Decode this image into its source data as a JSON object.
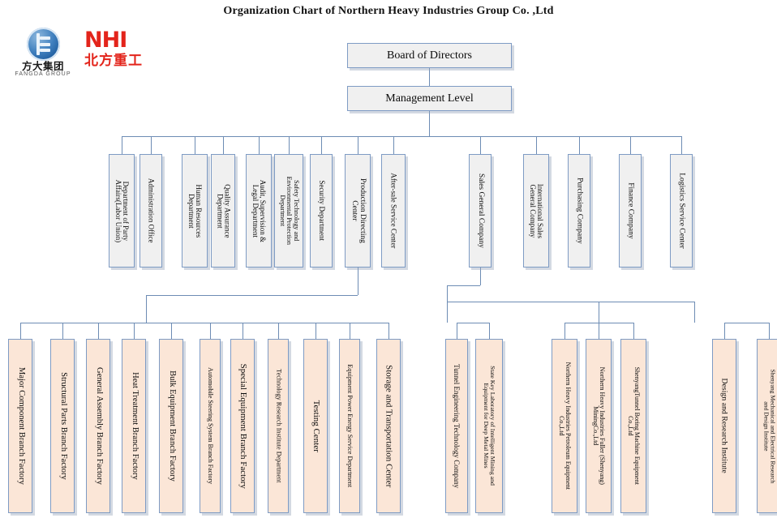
{
  "title": "Organization Chart of Northern Heavy Industries  Group Co. ,Ltd",
  "logos": {
    "fangda": {
      "name": "fangda-group-logo",
      "cn": "方大集团",
      "en": "FANGDA GROUP"
    },
    "nhi": {
      "name": "nhi-logo",
      "abbr": "NHI",
      "cn": "北方重工"
    }
  },
  "colors": {
    "box_border": "#7e9bc4",
    "box_grey_fill": "#f0f0f0",
    "box_peach_fill": "#fbe6d7",
    "connector": "#6d8cb4",
    "nhi_red": "#e3241b",
    "fangda_blue": "#1f5d9e"
  },
  "top": [
    {
      "label": "Board of Directors"
    },
    {
      "label": "Management Level"
    }
  ],
  "level2_left": [
    {
      "label": "Department of Party Affairs(Labor Union)",
      "lines": [
        "Department of Party",
        "Affairs(Labor Union)"
      ]
    },
    {
      "label": "Administration Office",
      "lines": [
        "Administration Office"
      ]
    },
    {
      "label": "Human Resources Department",
      "lines": [
        "Human Resources",
        "Department"
      ]
    },
    {
      "label": "Quality Assurance Department",
      "lines": [
        "Quality Assurance",
        "Department"
      ]
    },
    {
      "label": "Audit, Supervision & Legal Department",
      "lines": [
        "Audit, Supervision &",
        "Legal Department"
      ]
    },
    {
      "label": "Safety Technology and Environmental Protection Department",
      "lines": [
        "Safety Technology and",
        "Environmental Protection",
        "Department"
      ]
    },
    {
      "label": "Security Department",
      "lines": [
        "Security Department"
      ]
    },
    {
      "label": "Production Directing Center",
      "lines": [
        "Production Directing",
        "Center"
      ]
    },
    {
      "label": "After-sale Service Center",
      "lines": [
        "After-sale Service Center"
      ]
    }
  ],
  "level2_right": [
    {
      "label": "Sales General Company",
      "lines": [
        "Sales General Company"
      ]
    },
    {
      "label": "International Sales General Company",
      "lines": [
        "International Sales",
        "General Company"
      ]
    },
    {
      "label": "Purchasing Company",
      "lines": [
        "Purchasing Company"
      ]
    },
    {
      "label": "Finance Company",
      "lines": [
        "Finance Company"
      ]
    },
    {
      "label": "Logistics Service Center",
      "lines": [
        "Logistics Service Center"
      ]
    }
  ],
  "level3_production": [
    {
      "label": "Major Component Branch Factory",
      "lines": [
        "Major Component Branch Factory"
      ]
    },
    {
      "label": "Structural Parts Branch Factory",
      "lines": [
        "Structural Parts Branch Factory"
      ]
    },
    {
      "label": "General Assembly Branch Factory",
      "lines": [
        "General Assembly Branch Factory"
      ]
    },
    {
      "label": "Heat Treatment Branch Factory",
      "lines": [
        "Heat Treatment Branch Factory"
      ]
    },
    {
      "label": "Bulk Equipment Branch Factory",
      "lines": [
        "Bulk Equipment Branch Factory"
      ]
    },
    {
      "label": "Automobile Steering System Branch Factory",
      "lines": [
        "Automobile Steering System Branch Factory"
      ]
    },
    {
      "label": "Special Equipment Branch Factory",
      "lines": [
        "Special Equipment Branch Factory"
      ]
    },
    {
      "label": "Technology Research Institute Department",
      "lines": [
        "Technology Research Institute Department"
      ]
    },
    {
      "label": "Testing Center",
      "lines": [
        "Testing Center"
      ]
    },
    {
      "label": "Equipment Power Energy Service Department",
      "lines": [
        "Equipment Power Energy Service Department"
      ]
    },
    {
      "label": "Storage and Transportation Center",
      "lines": [
        "Storage and Transportation Center"
      ]
    }
  ],
  "level3_sales": [
    {
      "label": "Tunnel Engineering Technology Company",
      "lines": [
        "Tunnel Engineering Technology Company"
      ]
    },
    {
      "label": "State Key Laboratory of Intelligent Mining and Equipment for Deep Metal Mines",
      "lines": [
        "State Key Laboratory of Intelligent Mining and",
        "Equipment for Deep Metal Mines"
      ]
    }
  ],
  "level3_subsidiaries": [
    {
      "label": "Northern Heavy Industries Petroleum Equipment Co.,Ltd",
      "lines": [
        "Northern Heavy Industries Petroleum Equipment",
        "Co.,Ltd"
      ]
    },
    {
      "label": "Northern Heavy Industries Fuller (Shenyang) MiningCo.,Ltd",
      "lines": [
        "Northern Heavy Industries Fuller (Shenyang)",
        "MiningCo.,Ltd"
      ]
    },
    {
      "label": "ShenyangTunnel Boring Machine Equipment Co.,Ltd",
      "lines": [
        "ShenyangTunnel Boring Machine Equipment",
        "Co.,Ltd"
      ]
    }
  ],
  "level3_research": [
    {
      "label": "Design and Research Institute",
      "lines": [
        "Design and Research Institute"
      ]
    },
    {
      "label": "Shenyang Mechanical and Electrical Research and Design Institute",
      "lines": [
        "Shenyang Mechanical and Electrical Research",
        "and Design Institute"
      ]
    }
  ]
}
